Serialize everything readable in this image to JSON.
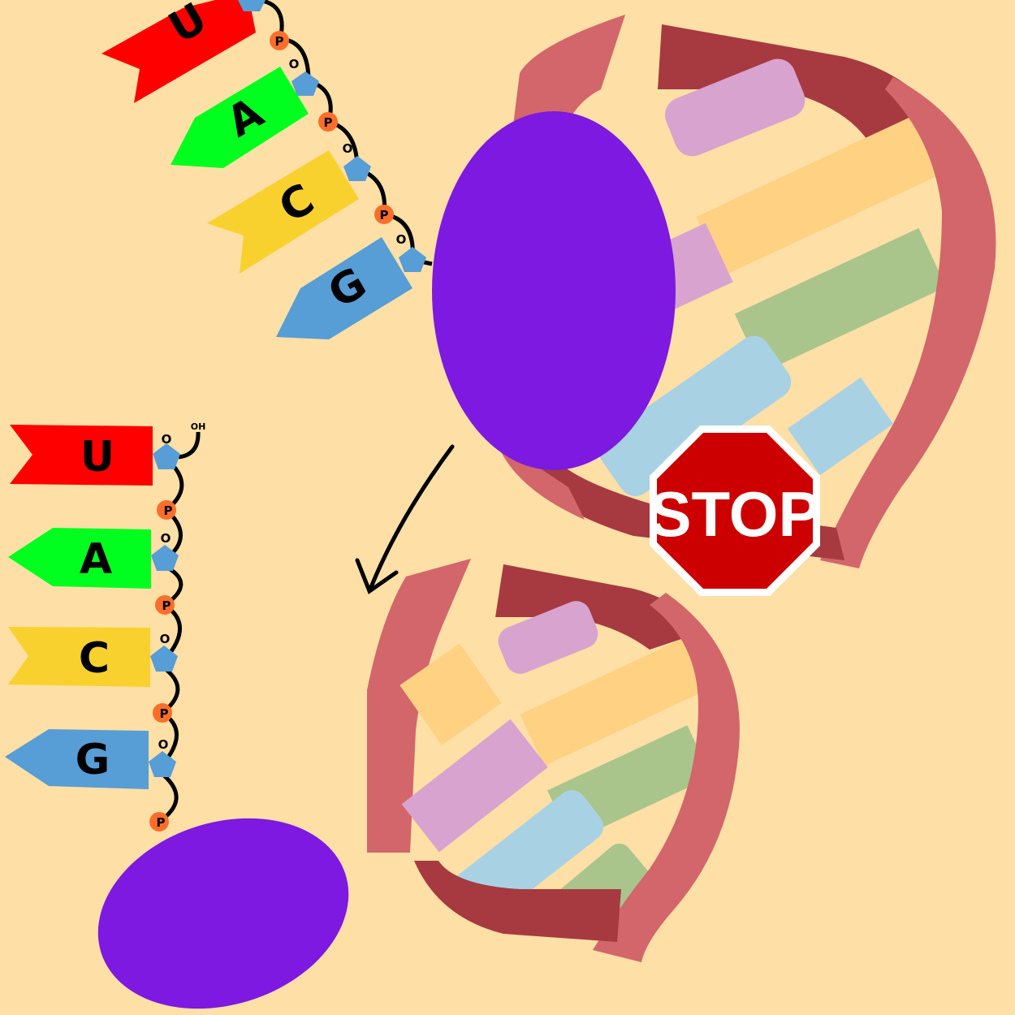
{
  "colors": {
    "background": "#fedfa6",
    "U": "#ff0000",
    "A": "#00ff1e",
    "C": "#f9d12e",
    "G": "#579dd6",
    "sugar": "#579dd6",
    "phosphate": "#fb6e2a",
    "ribosome": "#7d19e0",
    "strand_light": "#d2666a",
    "strand_dark": "#a63a40",
    "stop": "#cc0000"
  },
  "top_chain": {
    "bases": [
      "U",
      "A",
      "C",
      "G"
    ],
    "phosphate_label": "P",
    "oxygen_label": "O"
  },
  "bottom_chain": {
    "bases": [
      "U",
      "A",
      "C",
      "G"
    ],
    "phosphate_label": "P",
    "oxygen_label": "O",
    "end_label": "OH"
  },
  "stop_sign": {
    "text": "STOP"
  }
}
